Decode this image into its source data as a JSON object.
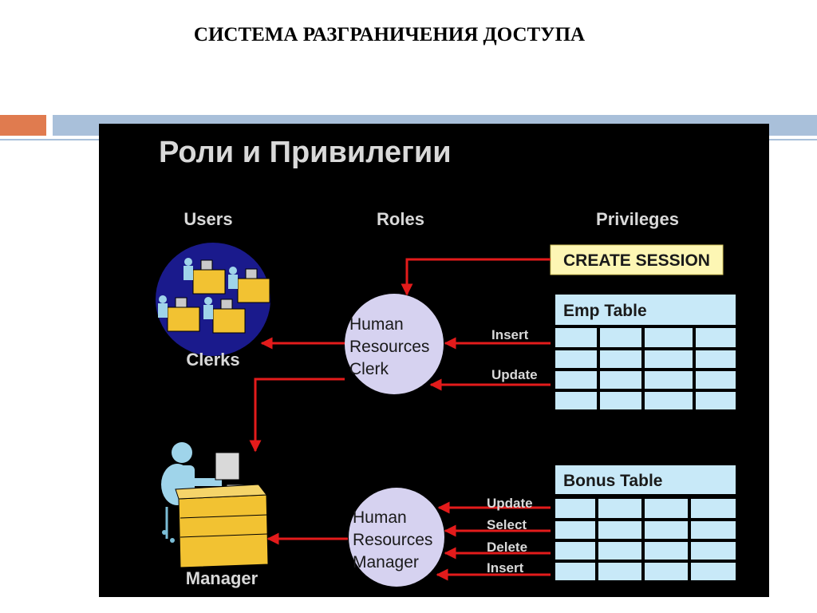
{
  "slide_title": "СИСТЕМА РАЗГРАНИЧЕНИЯ ДОСТУПА",
  "diagram_title": "Роли и Привилегии",
  "columns": {
    "users": "Users",
    "roles": "Roles",
    "privileges": "Privileges"
  },
  "users": {
    "clerks": "Clerks",
    "manager": "Manager"
  },
  "roles": {
    "clerk": [
      "Human",
      "Resources",
      "Clerk"
    ],
    "manager": [
      "Human",
      "Resources",
      "Manager"
    ]
  },
  "privileges": {
    "create_session": "CREATE SESSION",
    "emp_table": "Emp Table",
    "bonus_table": "Bonus Table",
    "emp_actions": [
      "Insert",
      "Update"
    ],
    "bonus_actions": [
      "Update",
      "Select",
      "Delete",
      "Insert"
    ]
  },
  "colors": {
    "background": "#000000",
    "label": "#d9d9d9",
    "arrow": "#e31b1b",
    "role_circle": "#d6d2f0",
    "table_cell": "#c8e9f8",
    "create_session_box": "#fdf6b4",
    "clerks_disc": "#1a1a8c",
    "desk": "#f2c232",
    "person": "#9fd4ea"
  }
}
